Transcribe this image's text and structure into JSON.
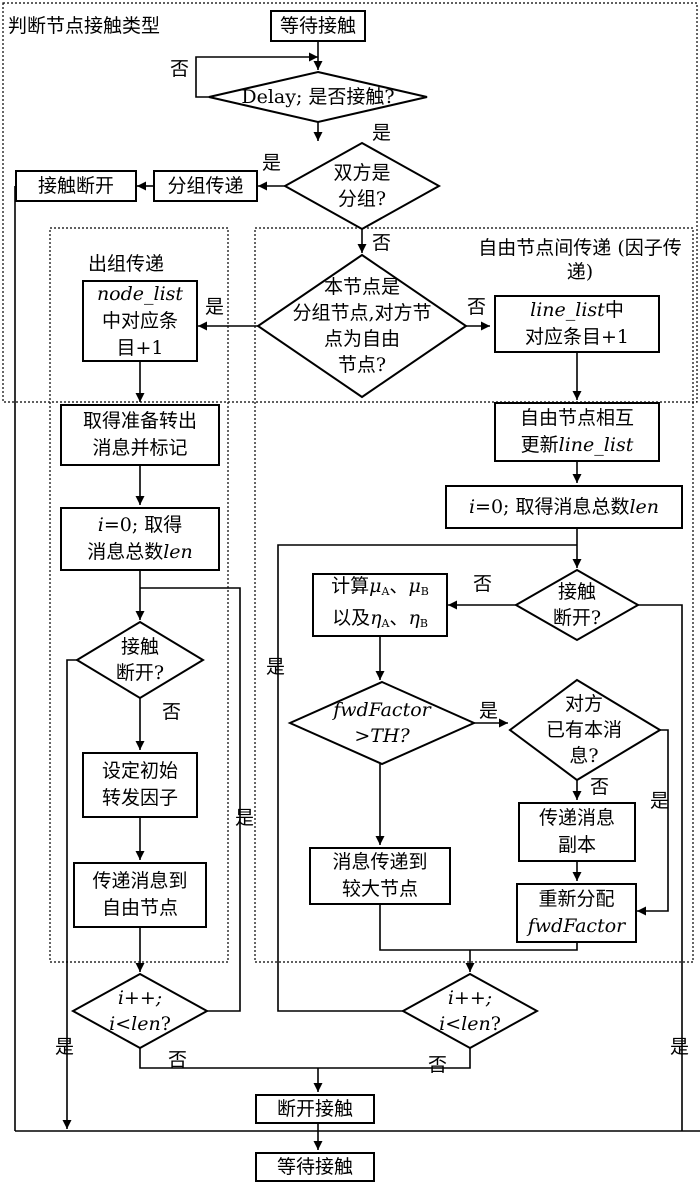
{
  "regions": {
    "judge_type": "判断节点接触类型",
    "group_out": "出组传递",
    "free_transfer_1": "自由节点间传递",
    "free_transfer_2": "(因子传递)"
  },
  "nodes": {
    "wait_start": "等待接触",
    "delay_q": "Delay; 是否接触?",
    "both_group_1": "双方是",
    "both_group_2": "分组?",
    "group_transfer": "分组传递",
    "disconnect_contact": "接触断开",
    "this_group_1": "本节点是",
    "this_group_2": "分组节点,对方节",
    "this_group_3": "点为自由",
    "this_group_4": "节点?",
    "node_list_var": "node_list",
    "node_list_1": "中对应条",
    "node_list_2": "目+1",
    "line_list_var": "line_list",
    "line_list_suffix": "中",
    "line_list_2": "对应条目+1",
    "get_prepare_1": "取得准备转出",
    "get_prepare_2": "消息并标记",
    "left_init_i": "i",
    "left_init_1": "=0; 取得",
    "left_init_2": "消息总数",
    "left_init_len": "len",
    "left_break_1": "接触",
    "left_break_2": "断开?",
    "set_factor_1": "设定初始",
    "set_factor_2": "转发因子",
    "send_free_1": "传递消息到",
    "send_free_2": "自由节点",
    "left_loop_1": "i++;",
    "left_loop_2_i": "i",
    "left_loop_2_lt": "<",
    "left_loop_2_len": "len",
    "left_loop_2_q": "?",
    "free_update_1": "自由节点相互",
    "free_update_2": "更新",
    "free_update_var": "line_list",
    "right_init_i": "i",
    "right_init_1": "=0; 取得消息总数",
    "right_init_len": "len",
    "right_break_1": "接触",
    "right_break_2": "断开?",
    "calc_1": "计算",
    "calc_mu": "μ",
    "calc_A": "A",
    "calc_sep": "、",
    "calc_B": "B",
    "calc_2": "以及",
    "calc_eta": "η",
    "fwd_q_1": "fwdFactor",
    "fwd_q_2": ">TH?",
    "has_msg_1": "对方",
    "has_msg_2": "已有本消",
    "has_msg_3": "息?",
    "send_larger_1": "消息传递到",
    "send_larger_2": "较大节点",
    "copy_1": "传递消息",
    "copy_2": "副本",
    "realloc_1": "重新分配",
    "realloc_2": "fwdFactor",
    "right_loop_1": "i++;",
    "right_loop_2_i": "i",
    "right_loop_2_lt": "<",
    "right_loop_2_len": "len",
    "right_loop_2_q": "?",
    "disconnect": "断开接触",
    "wait_end": "等待接触"
  },
  "labels": {
    "no": "否",
    "yes": "是"
  }
}
